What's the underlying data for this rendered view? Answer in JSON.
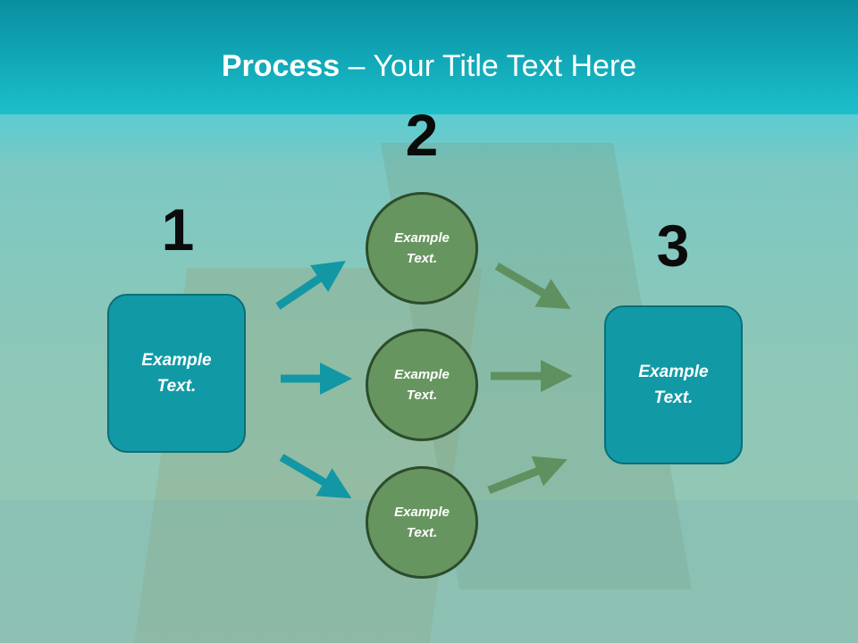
{
  "title": {
    "bold": "Process",
    "rest": " – Your Title Text Here"
  },
  "steps": [
    "1",
    "2",
    "3"
  ],
  "left_box": {
    "text": "Example Text."
  },
  "circles": [
    {
      "text": "Example Text."
    },
    {
      "text": "Example Text."
    },
    {
      "text": "Example Text."
    }
  ],
  "right_box": {
    "text": "Example Text."
  },
  "colors": {
    "header": "#0a8ea0",
    "box_fill": "#119aa6",
    "circle_fill": "#67955f",
    "arrow_teal": "#1397a5",
    "arrow_green": "#5f9160"
  }
}
